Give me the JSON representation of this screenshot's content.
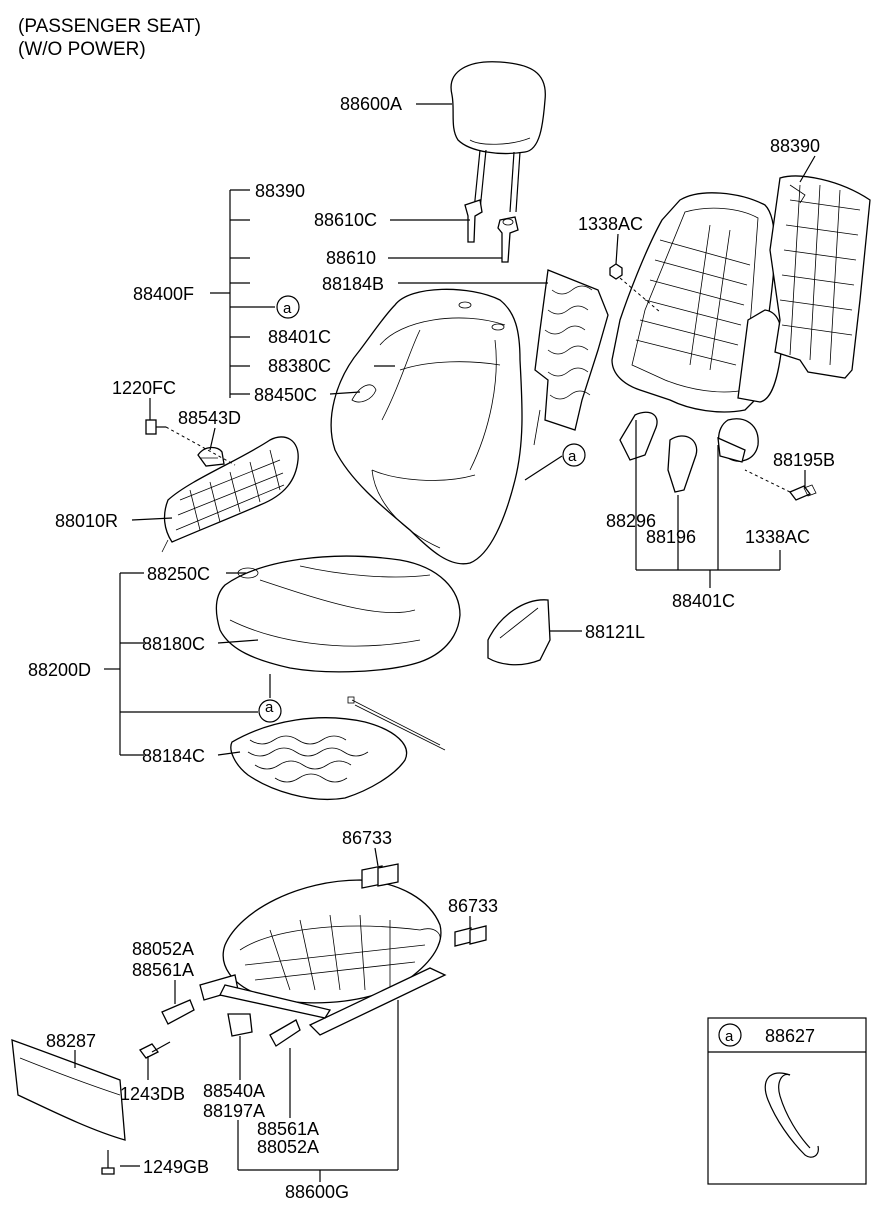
{
  "header": {
    "line1": "(PASSENGER SEAT)",
    "line2": "(W/O POWER)"
  },
  "labels": {
    "headrest": "88600A",
    "back_cover_pad": "88390",
    "guide_a": "88610C",
    "guide_b": "88610",
    "back_assy": "88400F",
    "back_heater": "88184B",
    "callout_letter": "a",
    "back_covering": "88401C",
    "back_cover": "88380C",
    "back_pad": "88450C",
    "nut_a": "1338AC",
    "back_frame_pad": "88390",
    "screw_1220": "1220FC",
    "knob": "88543D",
    "shield_outer": "88010R",
    "bolt_b": "88195B",
    "part_88296": "88296",
    "part_88196": "88196",
    "nut_b": "1338AC",
    "back_frame_group": "88401C",
    "cushion_cover_top": "88250C",
    "cushion_cover": "88180C",
    "cushion_assy": "88200D",
    "cushion_heater": "88184C",
    "side_cover": "88121L",
    "clip_a": "86733",
    "clip_b": "86733",
    "lever_a": "88052A",
    "lever_b": "88561A",
    "trim": "88287",
    "screw_1243": "1243DB",
    "switch_a": "88540A",
    "switch_b": "88197A",
    "lever_c": "88561A",
    "lever_d": "88052A",
    "screw_1249": "1249GB",
    "track_assy": "88600G",
    "legend_letter": "a",
    "legend_part": "88627"
  }
}
